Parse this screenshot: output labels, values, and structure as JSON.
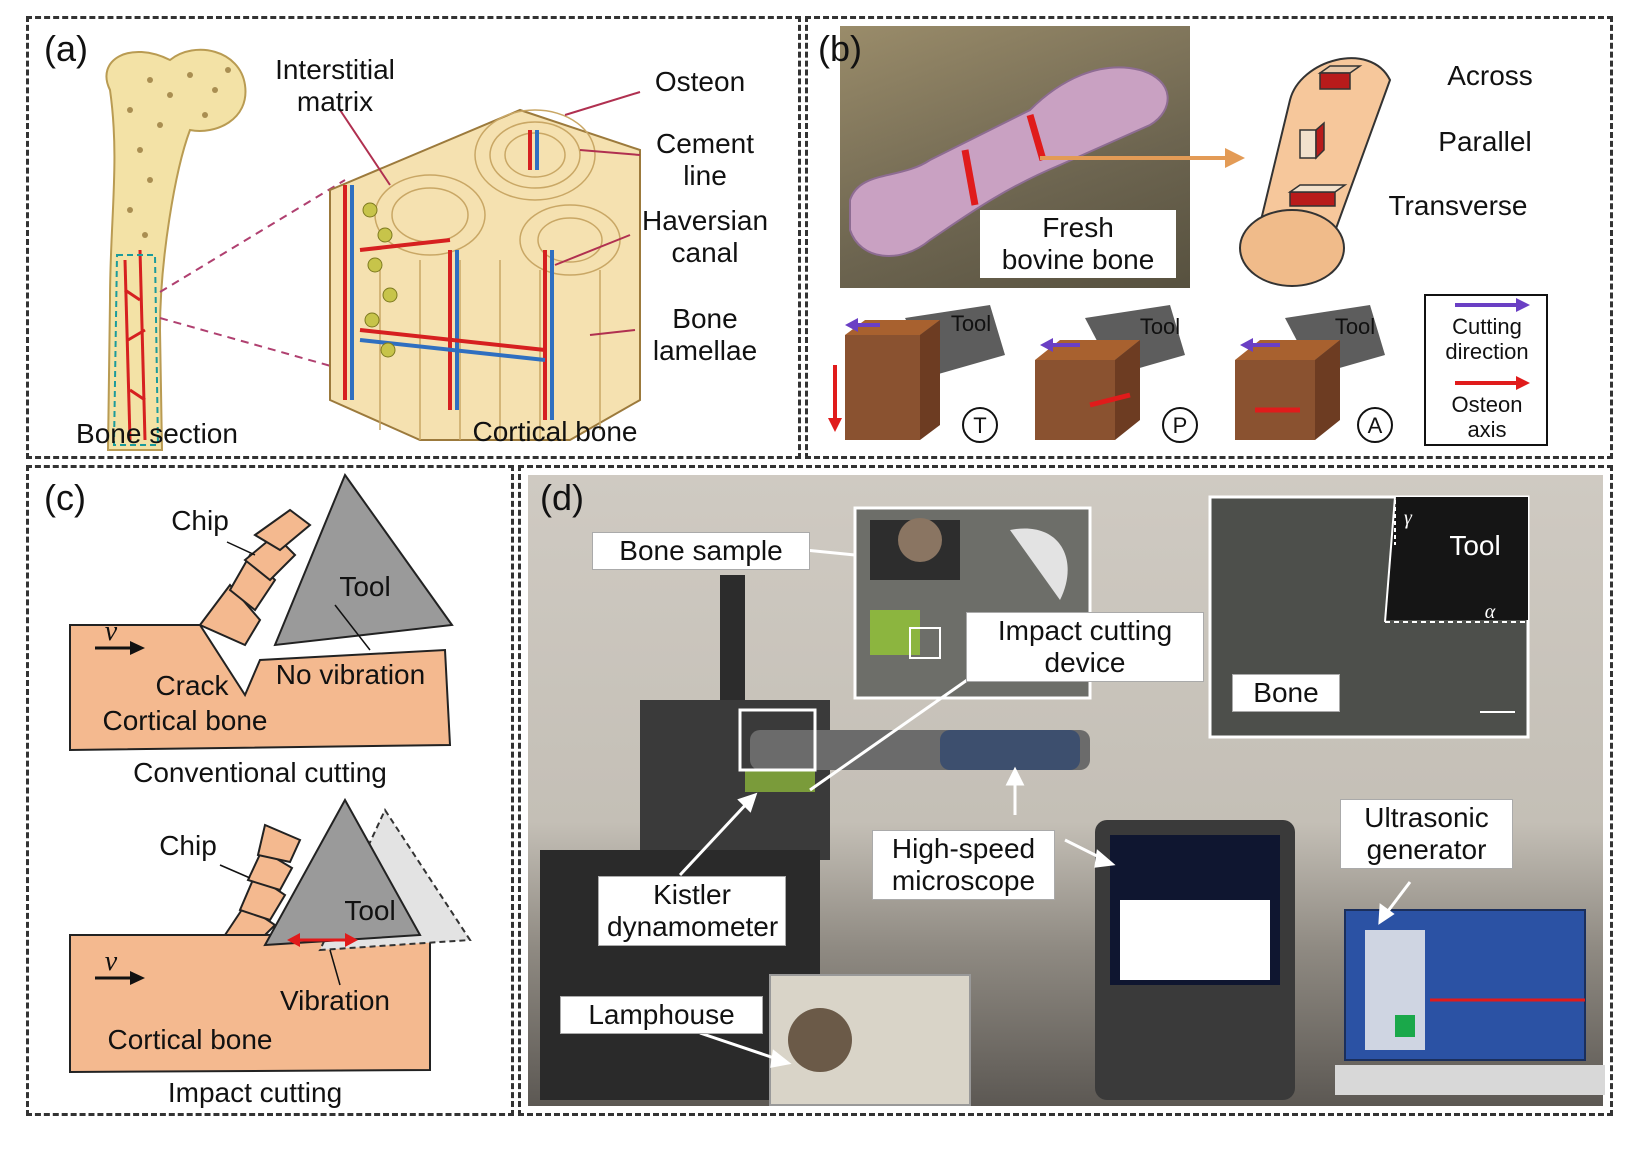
{
  "panel_a": {
    "label": "(a)",
    "interstitial_matrix": "Interstitial\nmatrix",
    "osteon": "Osteon",
    "cement_line": "Cement\nline",
    "haversian_canal": "Haversian\ncanal",
    "bone_lamellae": "Bone\nlamellae",
    "bone_section": "Bone section",
    "cortical_bone": "Cortical bone"
  },
  "panel_b": {
    "label": "(b)",
    "fresh_bone": "Fresh\nbovine bone",
    "across": "Across",
    "parallel": "Parallel",
    "transverse": "Transverse",
    "tool": "Tool",
    "mark_t": "T",
    "mark_p": "P",
    "mark_a": "A",
    "legend_cutting": "Cutting\ndirection",
    "legend_osteon": "Osteon\naxis",
    "colors": {
      "cutting": "#6a3fc4",
      "osteon": "#e01b1b",
      "specimen": "#a8612f"
    }
  },
  "panel_c": {
    "label": "(c)",
    "chip": "Chip",
    "tool": "Tool",
    "velocity": "v",
    "crack": "Crack",
    "no_vibration": "No vibration",
    "cortical_bone": "Cortical bone",
    "conventional": "Conventional cutting",
    "chip2": "Chip",
    "tool2": "Tool",
    "velocity2": "v",
    "vibration": "Vibration",
    "cortical_bone2": "Cortical bone",
    "impact": "Impact cutting",
    "colors": {
      "bone": "#f4b98f",
      "tool": "#9a9a9a"
    }
  },
  "panel_d": {
    "label": "(d)",
    "bone_sample": "Bone sample",
    "impact_device": "Impact cutting\ndevice",
    "inset_tool": "Tool",
    "inset_bone": "Bone",
    "gamma": "γ",
    "alpha": "α",
    "kistler": "Kistler\ndynamometer",
    "high_speed": "High-speed\nmicroscope",
    "ultrasonic": "Ultrasonic\ngenerator",
    "lamphouse": "Lamphouse"
  }
}
